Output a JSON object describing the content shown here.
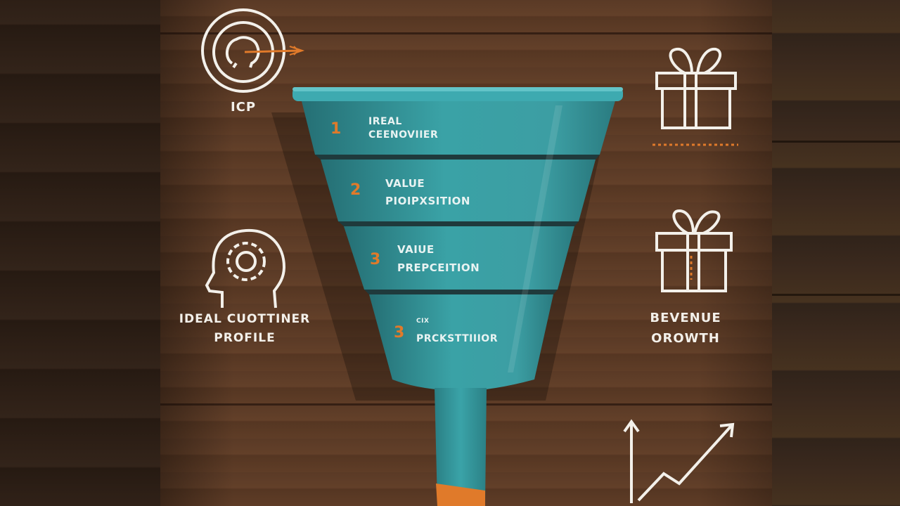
{
  "left": {
    "icp_label": "ICP",
    "profile_label_line1": "IDEAL CUOTTINER",
    "profile_label_line2": "PROFILE",
    "icons": [
      "target-head-icon",
      "gear-head-icon"
    ]
  },
  "funnel": {
    "stages": [
      {
        "number": "1",
        "line1": "IREAL",
        "line2": "CEENOVIIER"
      },
      {
        "number": "2",
        "line1": "VALUE",
        "line2": "PIOIPXSITION"
      },
      {
        "number": "3",
        "line1": "VAIUE",
        "line2": "PREPCEITION"
      },
      {
        "number": "3",
        "line1": "CIX",
        "line2": "PRCKSTTIIIOR"
      }
    ]
  },
  "right": {
    "revenue_line1": "BEVENUE",
    "revenue_line2": "OROWTH",
    "icons": [
      "gift-icon",
      "gift-icon",
      "growth-chart-icon"
    ]
  },
  "colors": {
    "teal": "#3a9fa4",
    "orange": "#e07a2a",
    "wood": "#5f3d27"
  }
}
